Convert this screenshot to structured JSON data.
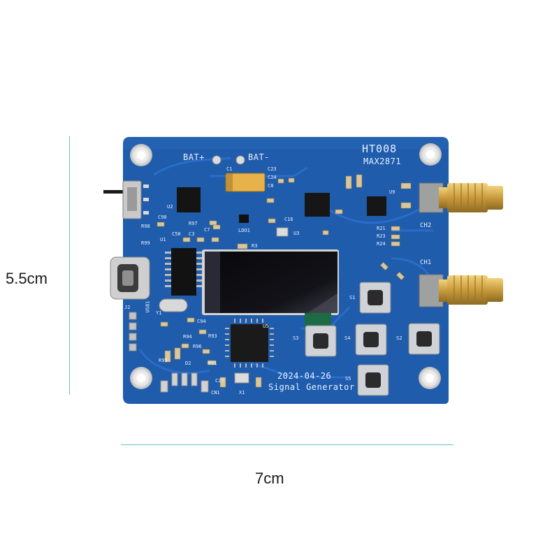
{
  "dimensions": {
    "width_label": "7cm",
    "height_label": "5.5cm"
  },
  "board": {
    "model": "HT008",
    "chip": "MAX2871",
    "date": "2024-04-26",
    "description": "Signal Generator",
    "battery_plus": "BAT+",
    "battery_minus": "BAT-",
    "channel_1": "CH1",
    "channel_2": "CH2",
    "buttons": [
      "S1",
      "S2",
      "S3",
      "S4",
      "S5"
    ],
    "small_labels": [
      "U1",
      "U2",
      "U3",
      "U5",
      "U9",
      "LDO1",
      "X1",
      "Y1",
      "J2",
      "CN1",
      "USB1",
      "C1",
      "R3",
      "R11",
      "R93",
      "R94",
      "R95",
      "R96",
      "R97",
      "R98",
      "R99",
      "C3",
      "C7",
      "C8",
      "C16",
      "C23",
      "C24",
      "C27",
      "C50",
      "C90",
      "C94",
      "R21",
      "R23",
      "R24",
      "D2"
    ]
  },
  "colors": {
    "pcb": "#1f5cab",
    "pcb_dark": "#17498d",
    "trace": "#2a6ccb",
    "gold": "#caa046",
    "dimension_line": "#6fbfc9"
  }
}
